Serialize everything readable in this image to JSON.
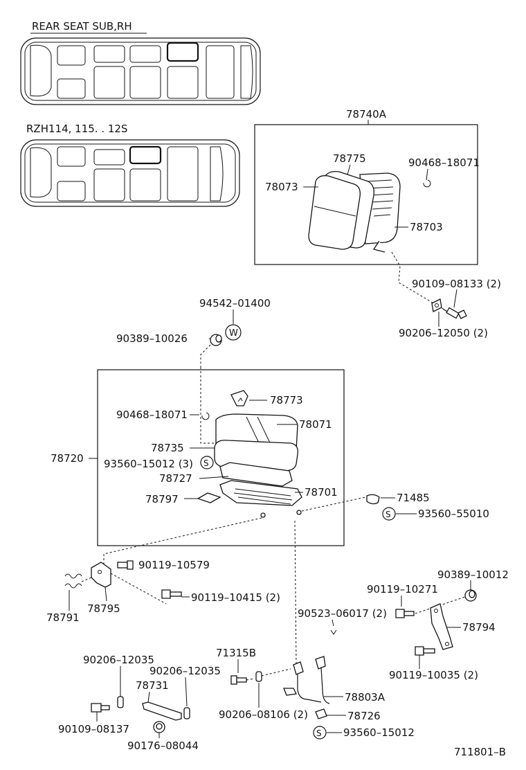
{
  "layout_titles": {
    "rear_seat_sub_rh": "REAR SEAT SUB,RH",
    "rzh_variant": "RZH114, 115. . 12S"
  },
  "symbols": {
    "w": "W",
    "s": "S"
  },
  "parts": {
    "p78740A": "78740A",
    "p78775": "78775",
    "p90468_18071_top": "90468–18071",
    "p78073": "78073",
    "p78703": "78703",
    "p90109_08133": "90109–08133 (2)",
    "p90206_12050": "90206–12050 (2)",
    "p94542_01400": "94542–01400",
    "p90389_10026": "90389–10026",
    "p78773": "78773",
    "p90468_18071": "90468–18071",
    "p78071": "78071",
    "p78735": "78735",
    "p78720": "78720",
    "p93560_15012_3": "93560–15012 (3)",
    "p78727": "78727",
    "p78797": "78797",
    "p78701": "78701",
    "p71485": "71485",
    "p93560_55010": "93560–55010",
    "p90119_10579": "90119–10579",
    "p90119_10415": "90119–10415 (2)",
    "p78791": "78791",
    "p78795": "78795",
    "p90389_10012": "90389–10012",
    "p90119_10271": "90119–10271",
    "p78794": "78794",
    "p90523_06017": "90523–06017 (2)",
    "p90119_10035": "90119–10035 (2)",
    "p71315B": "71315B",
    "p78803A": "78803A",
    "p90206_12035_a": "90206–12035",
    "p90206_12035_b": "90206–12035",
    "p78731": "78731",
    "p90206_08106": "90206–08106 (2)",
    "p78726": "78726",
    "p93560_15012": "93560–15012",
    "p90109_08137": "90109–08137",
    "p90176_08044": "90176–08044"
  },
  "figure_id": "711801–B"
}
